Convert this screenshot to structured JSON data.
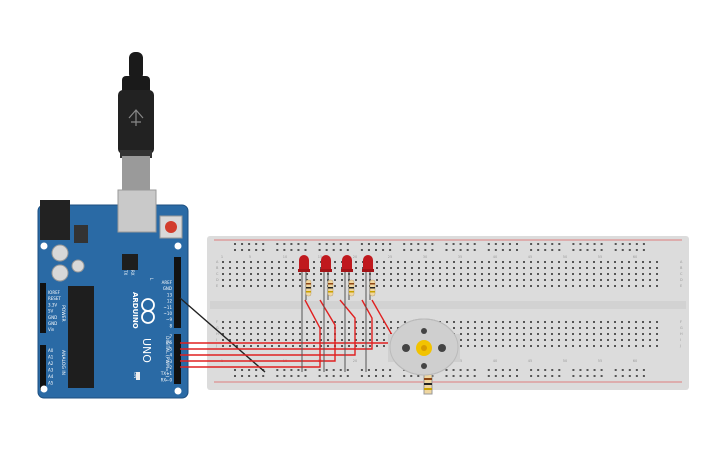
{
  "arduino": {
    "brand": "ARDUINO",
    "model": "UNO",
    "on_label": "ON",
    "tx_label": "TX",
    "rx_label": "RX",
    "l_label": "L",
    "power_header": "POWER",
    "analog_header": "ANALOG IN",
    "digital_header": "DIGITAL (PWM=~)",
    "power_pins": [
      "IOREF",
      "RESET",
      "3.3V",
      "5V",
      "GND",
      "GND",
      "Vin"
    ],
    "analog_pins": [
      "A0",
      "A1",
      "A2",
      "A3",
      "A4",
      "A5"
    ],
    "top_pins": [
      "AREF",
      "GND",
      "13",
      "12",
      "~11",
      "~10",
      "~9",
      "8"
    ],
    "bottom_pins": [
      "7",
      "~6",
      "~5",
      "4",
      "~3",
      "2",
      "TX→1",
      "RX←0"
    ]
  },
  "breadboard": {
    "column_numbers": [
      "1",
      "5",
      "10",
      "15",
      "20",
      "25",
      "30",
      "35",
      "40",
      "45",
      "50",
      "55",
      "60"
    ],
    "row_letters_top": [
      "A",
      "B",
      "C",
      "D",
      "E"
    ],
    "row_letters_bottom": [
      "F",
      "G",
      "H",
      "I",
      "J"
    ]
  },
  "colors": {
    "board": "#2a6aa5",
    "board_edge": "#1d4f80",
    "breadboard": "#dcdcdc",
    "wire_red": "#e02020",
    "wire_black": "#222222",
    "led": "#c0191e",
    "motor": "#cfcfcf",
    "gear": "#f2c300",
    "usb": "#1a1a1a"
  }
}
